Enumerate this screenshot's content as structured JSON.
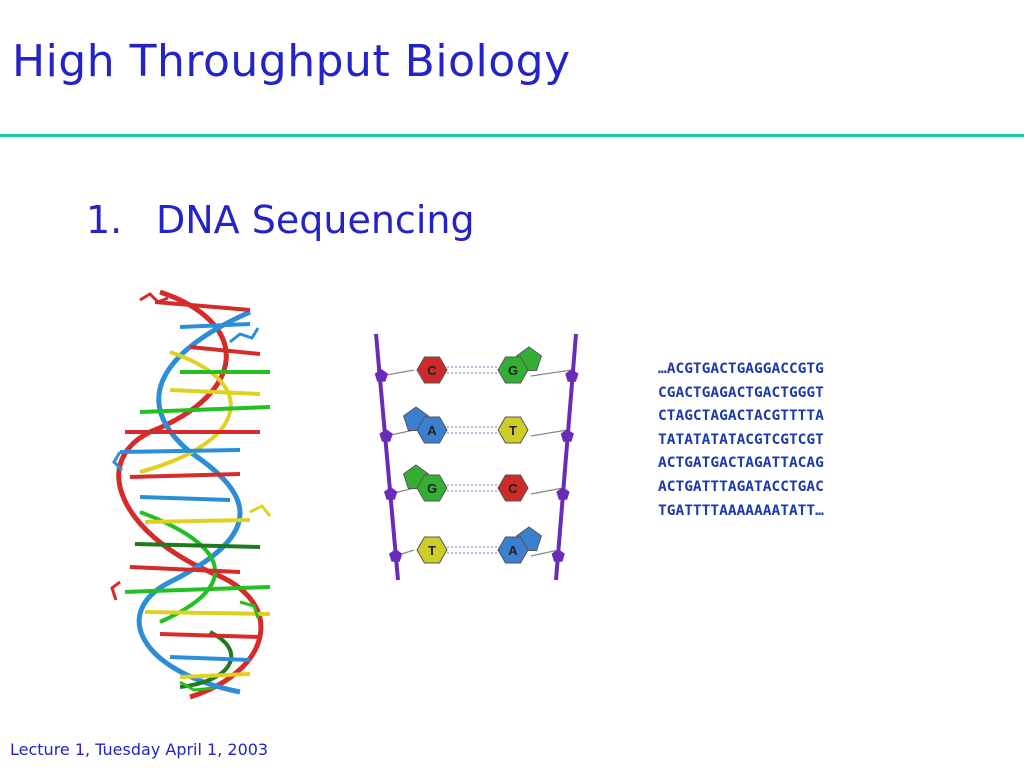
{
  "slide": {
    "title": "High Throughput Biology",
    "list": [
      {
        "number": "1.",
        "text": "DNA Sequencing"
      }
    ],
    "sequence_lines": [
      "…ACGTGACTGAGGACCGTG",
      "CGACTGAGACTGACTGGGT",
      "CTAGCTAGACTACGTTTTA",
      "TATATATATACGTCGTCGT",
      "ACTGATGACTAGATTACAG",
      "ACTGATTTAGATACCTGAC",
      "TGATTTTAAAAAAATATT…"
    ],
    "footer": "Lecture 1, Tuesday April 1, 2003"
  },
  "diagram": {
    "base_pairs": [
      {
        "left": "C",
        "right": "G"
      },
      {
        "left": "A",
        "right": "T"
      },
      {
        "left": "G",
        "right": "C"
      },
      {
        "left": "T",
        "right": "A"
      }
    ]
  },
  "colors": {
    "text": "#2323c8",
    "rule": "#19c8a6",
    "A": "#3a7fd0",
    "C": "#cf2a2a",
    "G": "#33b033",
    "T": "#cdcd2a",
    "backbone": "#6a2cb8"
  }
}
